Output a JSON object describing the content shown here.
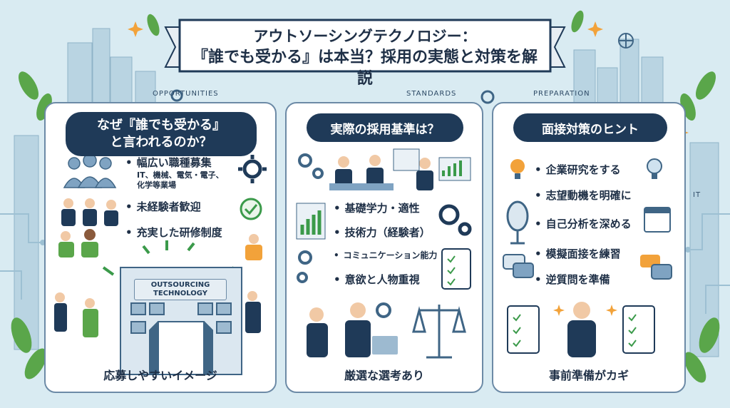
{
  "title": {
    "line1": "アウトソーシングテクノロジー：",
    "line2": "『誰でも受かる』は本当？採用の実態と対策を解説"
  },
  "tags": {
    "left": "OPPORTUNITIES",
    "center": "STANDARDS",
    "right": "PREPARATION",
    "it": "IT"
  },
  "panel1": {
    "heading_line1": "なぜ『誰でも受かる』",
    "heading_line2": "と言われるのか？",
    "item1": "幅広い職種募集",
    "item1_sub1": "IT、機械、電気・電子、",
    "item1_sub2": "化学等業場",
    "item2": "未経験者歓迎",
    "item3": "充実した研修制度",
    "building_sign": "OUTSOURCING TECHNOLOGY",
    "footer": "応募しやすいイメージ"
  },
  "panel2": {
    "heading": "実際の採用基準は？",
    "items": [
      "基礎学力・適性",
      "技術力（経験者）",
      "コミュニケーション能力",
      "意欲と人物重視"
    ],
    "footer": "厳選な選考あり"
  },
  "panel3": {
    "heading": "面接対策のヒント",
    "items": [
      "企業研究をする",
      "志望動機を明確に",
      "自己分析を深める",
      "模擬面接を練習",
      "逆質問を準備"
    ],
    "footer": "事前準備がカギ"
  },
  "icons": [
    "people-group-icon",
    "gear-icon",
    "check-icon",
    "bar-chart-icon",
    "lightbulb-icon",
    "mirror-icon",
    "calendar-icon",
    "speech-bubble-icon",
    "checklist-icon",
    "scales-icon",
    "laptop-icon"
  ],
  "colors": {
    "navy": "#1f3a58",
    "background": "#d9ebf2",
    "accent_orange": "#f2a23a",
    "leaf_green": "#5aa64a",
    "check_green": "#3b9a4a"
  }
}
